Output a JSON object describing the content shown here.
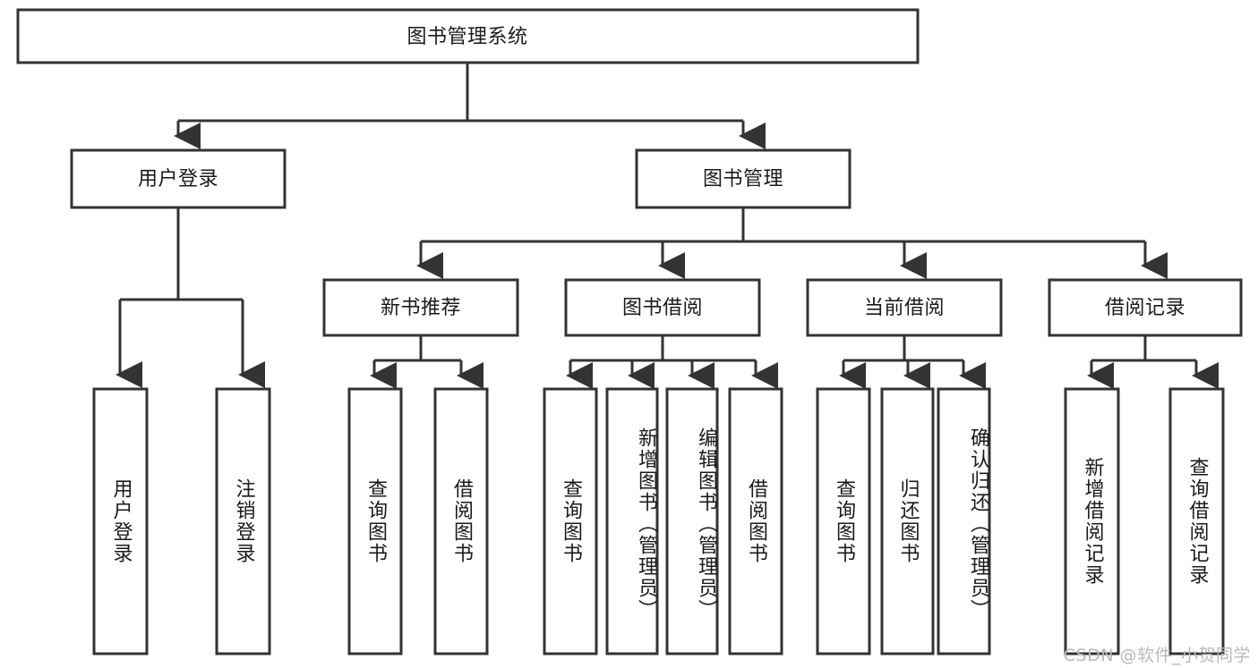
{
  "diagram": {
    "type": "tree-flowchart",
    "title": "图书管理系统",
    "watermark": "CSDN @软件_小贺同学",
    "colors": {
      "stroke": "#333333",
      "fill": "#ffffff",
      "text": "#1a1a1a",
      "watermark": "#b9b9b9",
      "background": "#ffffff"
    },
    "levels": {
      "root": {
        "label": "图书管理系统"
      },
      "level2": [
        {
          "id": "user-login",
          "label": "用户登录"
        },
        {
          "id": "book-management",
          "label": "图书管理"
        }
      ],
      "level3": [
        {
          "id": "new-book-recommend",
          "label": "新书推荐",
          "parent": "book-management"
        },
        {
          "id": "book-borrow",
          "label": "图书借阅",
          "parent": "book-management"
        },
        {
          "id": "current-borrow",
          "label": "当前借阅",
          "parent": "book-management"
        },
        {
          "id": "borrow-record",
          "label": "借阅记录",
          "parent": "book-management"
        }
      ],
      "leaves": [
        {
          "id": "leaf-user-login",
          "label": "用户登录",
          "parent": "user-login"
        },
        {
          "id": "leaf-logout-login",
          "label": "注销登录",
          "parent": "user-login"
        },
        {
          "id": "leaf-query-book-1",
          "label": "查询图书",
          "parent": "new-book-recommend"
        },
        {
          "id": "leaf-borrow-book-1",
          "label": "借阅图书",
          "parent": "new-book-recommend"
        },
        {
          "id": "leaf-query-book-2",
          "label": "查询图书",
          "parent": "book-borrow"
        },
        {
          "id": "leaf-add-book",
          "label": "新增图书（管理员）",
          "parent": "book-borrow"
        },
        {
          "id": "leaf-edit-book",
          "label": "编辑图书（管理员）",
          "parent": "book-borrow"
        },
        {
          "id": "leaf-borrow-book-2",
          "label": "借阅图书",
          "parent": "book-borrow"
        },
        {
          "id": "leaf-query-book-3",
          "label": "查询图书",
          "parent": "current-borrow"
        },
        {
          "id": "leaf-return-book",
          "label": "归还图书",
          "parent": "current-borrow"
        },
        {
          "id": "leaf-confirm-return",
          "label": "确认归还（管理员）",
          "parent": "current-borrow"
        },
        {
          "id": "leaf-add-record",
          "label": "新增借阅记录",
          "parent": "borrow-record"
        },
        {
          "id": "leaf-query-record",
          "label": "查询借阅记录",
          "parent": "borrow-record"
        }
      ]
    }
  }
}
